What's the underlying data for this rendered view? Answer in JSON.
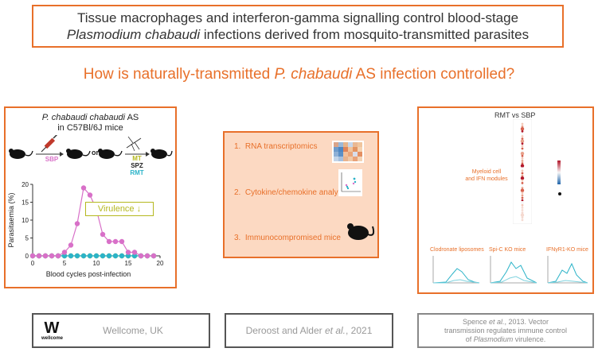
{
  "title": {
    "part1": "Tissue macrophages and interferon-gamma signalling control blood-stage ",
    "italic1": "Plasmodium chabaudi",
    "part2": " infections derived from mosquito-transmitted parasites"
  },
  "question": {
    "part1": "How is naturally-transmitted ",
    "italic": "P. chabaudi",
    "part2": " AS infection controlled?"
  },
  "left_panel": {
    "heading_italic": "P. chabaudi chabaudi",
    "heading_rest": " AS",
    "heading_line2": "in C57Bl/6J mice",
    "sbp_label": "SBP",
    "or_label": "or",
    "mt_label": "MT",
    "spz_label": "SPZ",
    "rmt_label": "RMT",
    "virulence_label": "Virulence ↓",
    "colors": {
      "sbp": "#d870c8",
      "mt": "#b5b81f",
      "rmt": "#2bb3c8",
      "accent": "#e8702a"
    }
  },
  "chart_data": {
    "type": "line",
    "xlabel": "Blood cycles post-infection",
    "ylabel": "Parasitaemia (%)",
    "xlim": [
      0,
      20
    ],
    "ylim": [
      0,
      20
    ],
    "xticks": [
      0,
      5,
      10,
      15,
      20
    ],
    "yticks": [
      0,
      5,
      10,
      15,
      20
    ],
    "x": [
      0,
      1,
      2,
      3,
      4,
      5,
      6,
      7,
      8,
      9,
      10,
      11,
      12,
      13,
      14,
      15,
      16,
      17,
      18,
      19
    ],
    "series": [
      {
        "name": "SBP",
        "color": "#d870c8",
        "values": [
          0,
          0,
          0,
          0,
          0,
          1,
          3,
          9,
          19,
          17,
          13,
          6,
          4,
          4,
          4,
          1,
          1,
          0,
          0,
          0
        ]
      },
      {
        "name": "MT",
        "color": "#b5b81f",
        "values": [
          0,
          0,
          0,
          0,
          0,
          0,
          0,
          0,
          0,
          0,
          0,
          0,
          0,
          0,
          0,
          0,
          0,
          0,
          0,
          0
        ]
      },
      {
        "name": "RMT",
        "color": "#2bb3c8",
        "values": [
          0,
          0,
          0,
          0,
          0,
          0,
          0,
          0,
          0,
          0,
          0,
          0,
          0,
          0,
          0,
          0,
          0,
          0,
          0,
          0
        ]
      }
    ]
  },
  "mid_panel": {
    "items": [
      {
        "number": "1.",
        "label": "RNA transcriptomics"
      },
      {
        "number": "2.",
        "label": "Cytokine/chemokine analysis"
      },
      {
        "number": "3.",
        "label": "Immunocompromised mice"
      }
    ]
  },
  "right_panel": {
    "heatmap_title": "RMT vs SBP",
    "module_label_line1": "Myeloid cell",
    "module_label_line2": "and IFN modules",
    "sub_panels": [
      {
        "title": "Clodronate liposomes"
      },
      {
        "title": "Spi-C KO mice"
      },
      {
        "title": "IFNγR1-KO mice"
      }
    ]
  },
  "footer": {
    "funder_logo_text": "wellcome",
    "funder": "Wellcome, UK",
    "citation_part1": "Deroost and Alder ",
    "citation_italic": "et al.",
    "citation_part2": ", 2021",
    "ref_line1_part1": "Spence ",
    "ref_line1_italic": "et al.",
    "ref_line1_part2": ", 2013. Vector",
    "ref_line2": "transmission regulates immune control",
    "ref_line3_part1": "of ",
    "ref_line3_italic": "Plasmodium",
    "ref_line3_part2": " virulence."
  }
}
